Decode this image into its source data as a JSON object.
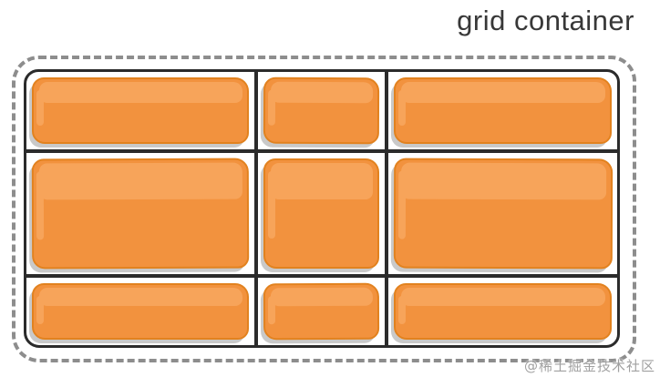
{
  "title": "grid container",
  "watermark": "@稀土掘金技术社区",
  "diagram": {
    "type": "css-grid-illustration",
    "rows": 3,
    "columns": 3,
    "items_count": 9,
    "column_width_ratios": [
      255,
      142,
      257
    ],
    "row_height_ratios": [
      88,
      138,
      77
    ]
  },
  "colors": {
    "background": "#ffffff",
    "title_text": "#383838",
    "dashed_border": "#8d8d8d",
    "grid_line": "#2b2b2b",
    "cell_background": "#ffffff",
    "item_fill": "#f2923e",
    "item_highlight": "#f7a45a",
    "item_border": "#e2821f",
    "item_shadow": "#c9c9c9",
    "watermark_text": "#969696"
  }
}
